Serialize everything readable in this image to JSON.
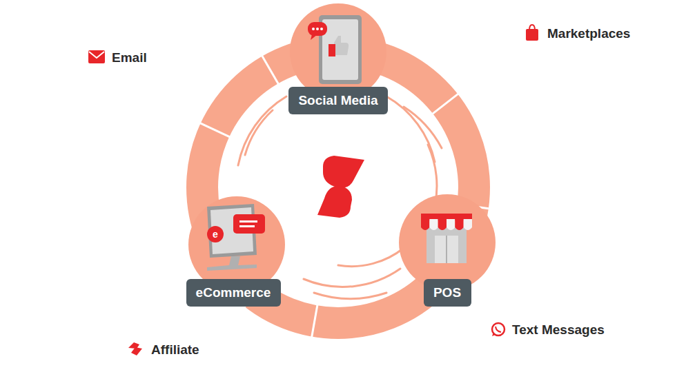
{
  "diagram": {
    "nodes": [
      {
        "text": [
          "Social Media"
        ]
      },
      {
        "text": [
          "eCommerce"
        ]
      },
      {
        "text": [
          "POS"
        ]
      }
    ],
    "labels": [
      "Email",
      "Marketplaces",
      "Text Messages",
      "Affiliate"
    ]
  }
}
